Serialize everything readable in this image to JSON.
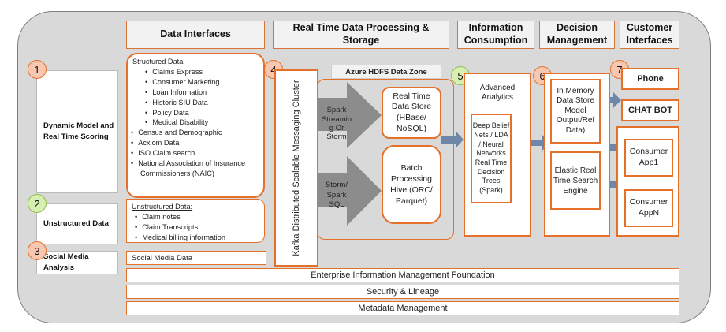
{
  "headers": {
    "data_interfaces": "Data Interfaces",
    "real_time": "Real Time Data Processing & Storage",
    "information": "Information Consumption",
    "decision": "Decision Management",
    "customer": "Customer Interfaces"
  },
  "left_labels": {
    "dynamic": "Dynamic Model and Real Time Scoring",
    "unstructured": "Unstructured Data",
    "social": "Social Media Analysis"
  },
  "numbers": [
    "1",
    "2",
    "3",
    "4",
    "5",
    "6",
    "7"
  ],
  "structured": {
    "title": "Structured Data",
    "items": [
      "Claims Express",
      "Consumer Marketing",
      "Loan Information",
      "Historic SIU Data",
      "Policy Data",
      "Medical Disability"
    ],
    "more": [
      "Census and Demographic",
      "Acxiom Data",
      "ISO Claim search",
      "National Association of Insurance  Commissioners (NAIC)"
    ]
  },
  "unstructured_data": {
    "title": "Unstructured Data:",
    "items": [
      "Claim notes",
      "Claim Transcripts",
      "Medical billing information"
    ]
  },
  "social_media_data": "Social Media Data",
  "kafka": "Kafka Distributed Scalable Messaging Cluster",
  "azure": "Azure HDFS Data Zone",
  "spark_streaming": "Spark Streamin g Or Storm",
  "storm_spark_sql": "Storm/ Spark SQL",
  "realtime_store": "Real Time Data Store (HBase/ NoSQL)",
  "batch": "Batch Processing Hive (ORC/ Parquet)",
  "advanced_analytics": "Advanced Analytics",
  "deep_belief": "Deep Belief Nets / LDA / Neural Networks Real Time Decision Trees (Spark)",
  "in_memory": "In Memory Data Store Model Output/Ref Data)",
  "elastic": "Elastic Real Time Search Engine",
  "phone": "Phone",
  "chatbot": "CHAT BOT",
  "app1": "Consumer App1",
  "appn": "Consumer AppN",
  "foundation": "Enterprise Information Management Foundation",
  "security": "Security & Lineage",
  "metadata": "Metadata Management",
  "colors": {
    "orange": "#e4702a",
    "gray": "#d9d9d9",
    "arrow_gray": "#8c8c8c",
    "arrow_blue": "#6e86a8"
  }
}
